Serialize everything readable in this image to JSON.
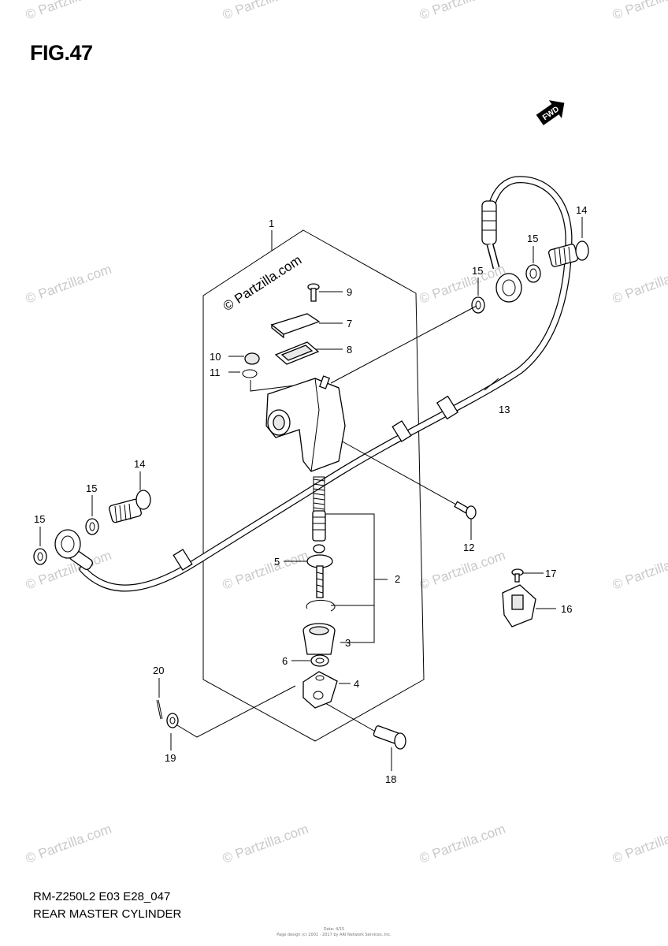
{
  "figure_title": "FIG.47",
  "model_code": "RM-Z250L2 E03 E28_047",
  "diagram_title": "REAR MASTER CYLINDER",
  "fwd_label": "FWD",
  "watermark_text": "© Partzilla.com",
  "footer_note_1": "Date: 4/15",
  "footer_note_2": "Page design (c) 2001 - 2017 by ARI Network Services, Inc.",
  "callouts": {
    "c1": "1",
    "c2": "2",
    "c3": "3",
    "c4": "4",
    "c5": "5",
    "c6": "6",
    "c7": "7",
    "c8": "8",
    "c9": "9",
    "c10": "10",
    "c11": "11",
    "c12": "12",
    "c13": "13",
    "c14a": "14",
    "c14b": "14",
    "c15a": "15",
    "c15b": "15",
    "c15c": "15",
    "c15d": "15",
    "c16": "16",
    "c17": "17",
    "c18": "18",
    "c19": "19",
    "c20": "20"
  },
  "colors": {
    "ink": "#000000",
    "watermark": "#c9c9c9",
    "background": "#ffffff"
  }
}
